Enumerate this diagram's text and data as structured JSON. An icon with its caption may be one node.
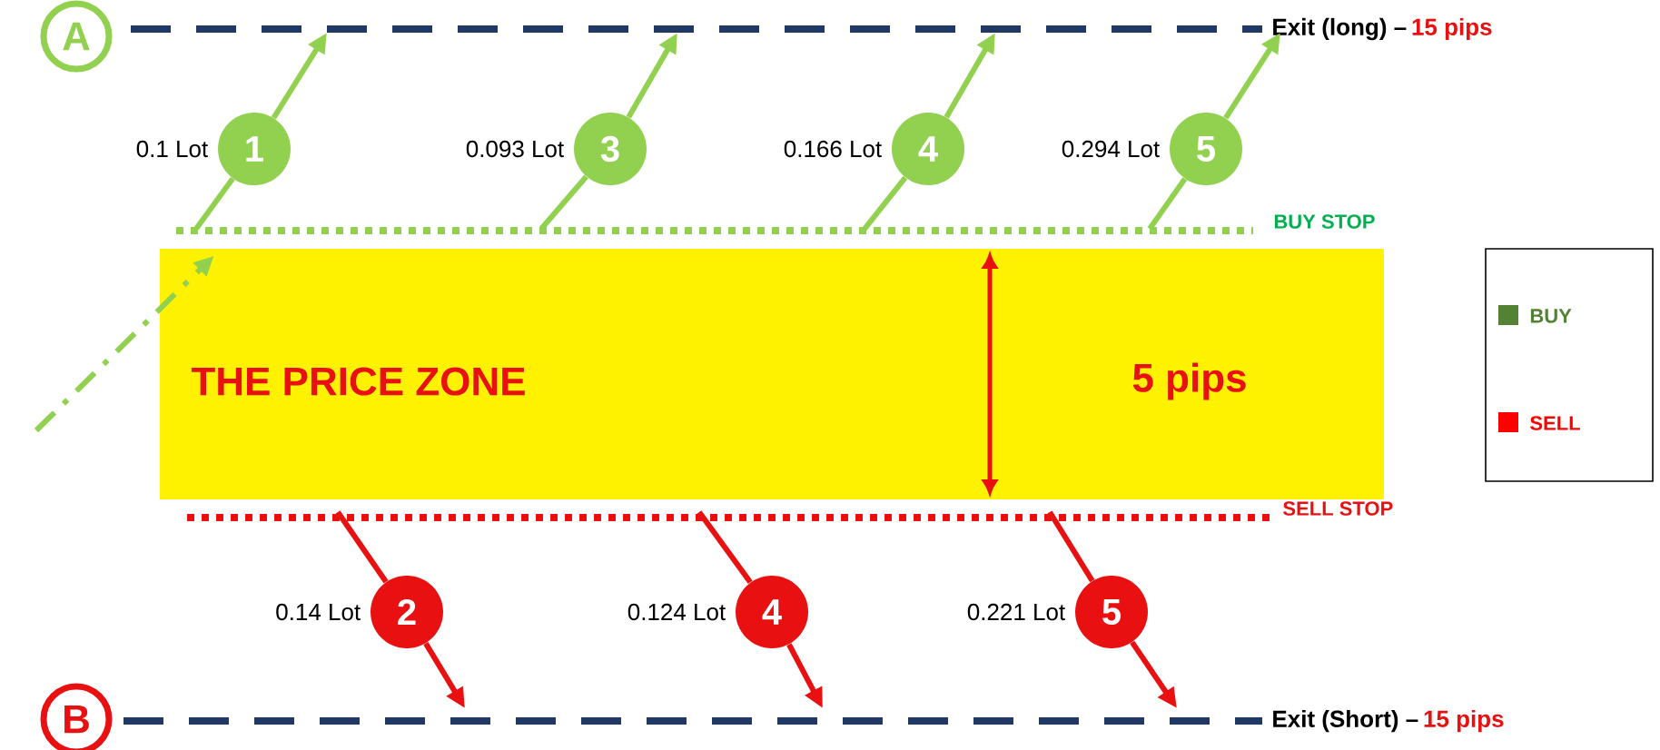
{
  "diagram": {
    "nodes": [
      {
        "text": [
          "A"
        ]
      },
      {
        "text": [
          "Exit (long) –",
          "15 pips"
        ]
      },
      {
        "text": [
          "BUY STOP"
        ]
      },
      {
        "text": [
          "1"
        ],
        "beside": [
          "0.1 Lot"
        ]
      },
      {
        "text": [
          "3"
        ],
        "beside": [
          "0.093  Lot"
        ]
      },
      {
        "text": [
          "4"
        ],
        "beside": [
          "0.166  Lot"
        ]
      },
      {
        "text": [
          "5"
        ],
        "beside": [
          "0.294 Lot"
        ]
      },
      {
        "text": [
          "THE PRICE ZONE",
          "5 pips"
        ]
      },
      {
        "text": [
          "SELL STOP"
        ]
      },
      {
        "text": [
          "2"
        ],
        "beside": [
          "0.14 Lot"
        ]
      },
      {
        "text": [
          "4"
        ],
        "beside": [
          "0.124  Lot"
        ]
      },
      {
        "text": [
          "5"
        ],
        "beside": [
          "0.221  Lot"
        ]
      },
      {
        "text": [
          "Exit (Short) –",
          "15 pips"
        ]
      },
      {
        "text": [
          "B"
        ]
      }
    ],
    "edges": [
      {
        "from": null,
        "to": 7,
        "arrow": "to",
        "style": "dashed"
      },
      {
        "from": 2,
        "to": 3,
        "arrow": "none"
      },
      {
        "from": 3,
        "to": 1,
        "arrow": "to"
      },
      {
        "from": 2,
        "to": 4,
        "arrow": "none"
      },
      {
        "from": 4,
        "to": 1,
        "arrow": "to"
      },
      {
        "from": 2,
        "to": 5,
        "arrow": "none"
      },
      {
        "from": 5,
        "to": 1,
        "arrow": "to"
      },
      {
        "from": 2,
        "to": 6,
        "arrow": "none"
      },
      {
        "from": 6,
        "to": 1,
        "arrow": "to"
      },
      {
        "from": 8,
        "to": 9,
        "arrow": "none",
        "color": "#e81010"
      },
      {
        "from": 9,
        "to": 12,
        "arrow": "to",
        "color": "#e81010"
      },
      {
        "from": 8,
        "to": 10,
        "arrow": "none",
        "color": "#e81010"
      },
      {
        "from": 10,
        "to": 12,
        "arrow": "to",
        "color": "#e81010"
      },
      {
        "from": 8,
        "to": 11,
        "arrow": "none",
        "color": "#e81010"
      },
      {
        "from": 11,
        "to": 12,
        "arrow": "to",
        "color": "#e81010"
      }
    ],
    "legend": [
      {
        "text": "BUY",
        "color": "#548235"
      },
      {
        "text": "SELL",
        "color": "#ff0000"
      }
    ]
  }
}
